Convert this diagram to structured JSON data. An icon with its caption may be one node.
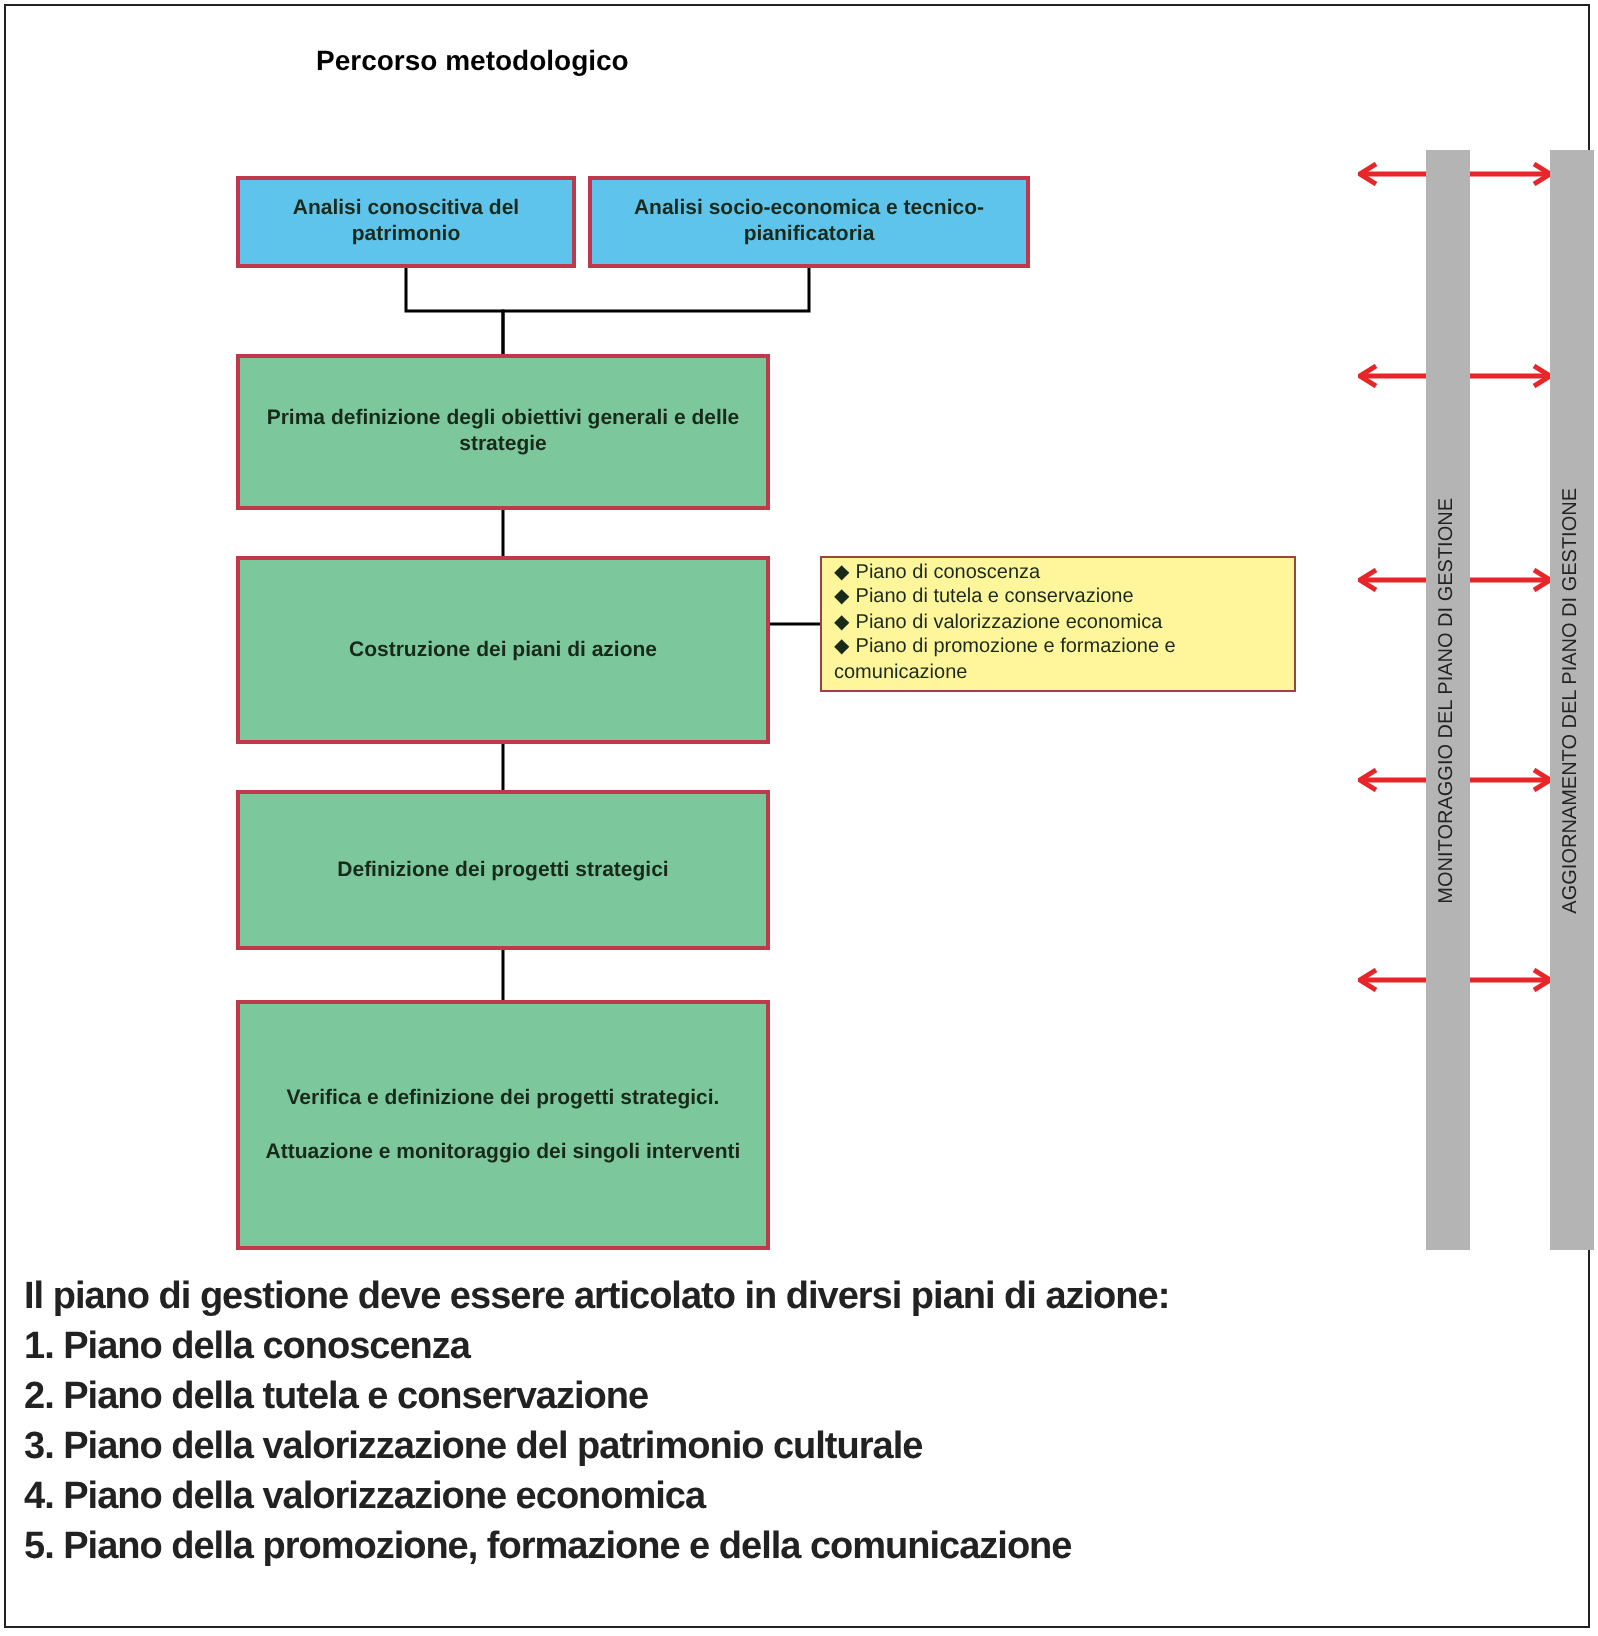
{
  "diagram": {
    "title": "Percorso metodologico",
    "nodes": [
      {
        "text": [
          "Analisi conoscitiva del patrimonio"
        ]
      },
      {
        "text": [
          "Analisi socio-economica e tecnico-pianificatoria"
        ]
      },
      {
        "text": [
          "Prima definizione degli obiettivi generali e delle strategie"
        ]
      },
      {
        "text": [
          "Costruzione dei piani di azione"
        ]
      },
      {
        "text": [
          "◆ Piano di conoscenza",
          "◆ Piano di tutela e conservazione",
          "◆ Piano di valorizzazione economica",
          "◆ Piano di promozione e formazione e comunicazione"
        ]
      },
      {
        "text": [
          "Definizione dei progetti strategici"
        ]
      },
      {
        "text": [
          "Verifica e definizione dei progetti strategici.",
          "Attuazione e monitoraggio dei singoli interventi"
        ]
      },
      {
        "text": [
          "MONITORAGGIO DEL PIANO DI GESTIONE"
        ]
      },
      {
        "text": [
          "AGGIORNAMENTO DEL PIANO DI GESTIONE"
        ]
      }
    ],
    "edges": [
      {
        "from": 0,
        "to": 2,
        "arrow": "none",
        "color": "#000000"
      },
      {
        "from": 1,
        "to": 2,
        "arrow": "none",
        "color": "#000000"
      },
      {
        "from": 2,
        "to": 3,
        "arrow": "none",
        "color": "#000000"
      },
      {
        "from": 3,
        "to": 4,
        "arrow": "none",
        "color": "#000000"
      },
      {
        "from": 3,
        "to": 5,
        "arrow": "none",
        "color": "#000000"
      },
      {
        "from": 5,
        "to": 6,
        "arrow": "none",
        "color": "#000000"
      },
      {
        "from": 7,
        "to": null,
        "arrow": "to",
        "color": "#e8262a"
      },
      {
        "from": 7,
        "to": 8,
        "arrow": "to",
        "color": "#e8262a"
      },
      {
        "from": 7,
        "to": null,
        "arrow": "to",
        "color": "#e8262a"
      },
      {
        "from": 7,
        "to": 8,
        "arrow": "to",
        "color": "#e8262a"
      },
      {
        "from": 7,
        "to": null,
        "arrow": "to",
        "color": "#e8262a"
      },
      {
        "from": 7,
        "to": 8,
        "arrow": "to",
        "color": "#e8262a"
      },
      {
        "from": 7,
        "to": null,
        "arrow": "to",
        "color": "#e8262a"
      },
      {
        "from": 7,
        "to": 8,
        "arrow": "to",
        "color": "#e8262a"
      },
      {
        "from": 7,
        "to": null,
        "arrow": "to",
        "color": "#e8262a"
      },
      {
        "from": 7,
        "to": 8,
        "arrow": "to",
        "color": "#e8262a"
      }
    ],
    "labels": [
      "Il piano di gestione deve essere articolato in diversi piani di azione:",
      "1. Piano della conoscenza",
      "2. Piano della tutela e conservazione",
      "3. Piano della valorizzazione del patrimonio culturale",
      "4. Piano della valorizzazione economica",
      "5. Piano della promozione, formazione e della comunicazione"
    ]
  }
}
